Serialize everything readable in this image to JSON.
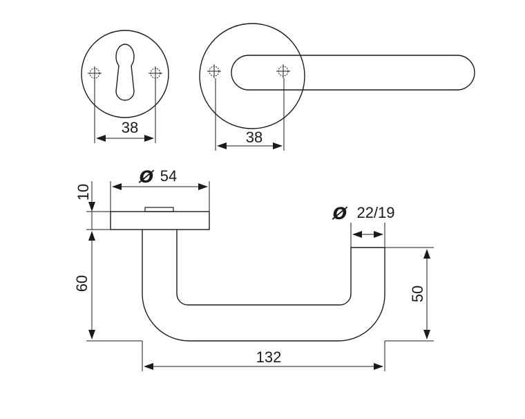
{
  "dimensions": {
    "escutcheon_spacing": "38",
    "rose_spacing": "38",
    "rose_diameter_symbol": "Ø",
    "rose_diameter": "54",
    "rose_thickness": "10",
    "grip_diameter_symbol": "Ø",
    "grip_diameter": "22/19",
    "handle_height": "60",
    "lever_drop": "50",
    "projection": "132"
  }
}
